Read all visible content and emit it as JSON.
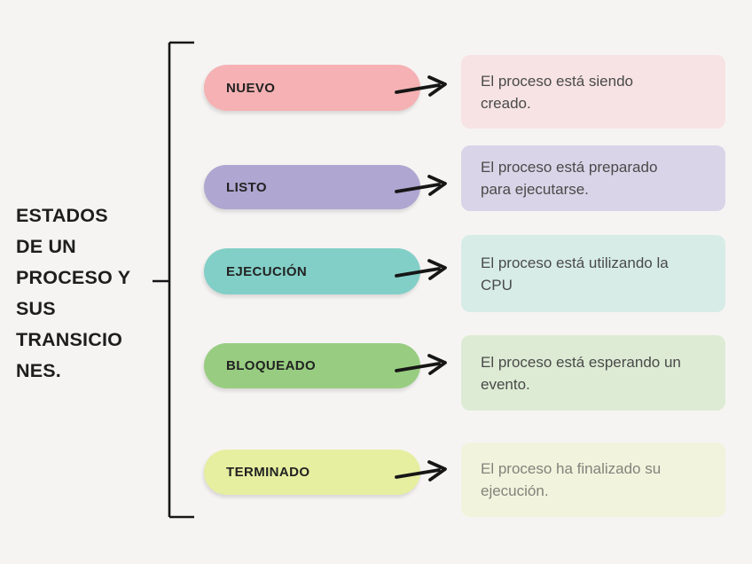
{
  "page": {
    "background_color": "#F6F4F3",
    "line_color": "#161616"
  },
  "title": {
    "text": "ESTADOS DE UN PROCESO Y SUS TRANSICIONES.",
    "lines": [
      "ESTADOS",
      "DE UN",
      "PROCESO Y",
      "SUS",
      "TRANSICIO",
      "NES."
    ],
    "color": "#1E1E1E"
  },
  "rows": [
    {
      "label": "NUEVO",
      "pill_color": "#F5B1B3",
      "box_color": "#F7E3E3",
      "text_color": "#4A4A4A",
      "description": "El proceso está siendo creado.",
      "description_lines": [
        "El proceso está siendo",
        "creado."
      ]
    },
    {
      "label": "LISTO",
      "pill_color": "#AFA6D1",
      "box_color": "#D9D4E7",
      "text_color": "#4A4A4A",
      "description": "El proceso está preparado para ejecutarse.",
      "description_lines": [
        "El proceso está preparado",
        "para ejecutarse."
      ]
    },
    {
      "label": "EJECUCIÓN",
      "pill_color": "#82CFC7",
      "box_color": "#D7ECE7",
      "text_color": "#4A4A4A",
      "description": "El proceso está utilizando la CPU",
      "description_lines": [
        "El proceso está utilizando la",
        "CPU"
      ]
    },
    {
      "label": "BLOQUEADO",
      "pill_color": "#98CD81",
      "box_color": "#DDEBD4",
      "text_color": "#4A4A4A",
      "description": "El proceso está esperando un evento.",
      "description_lines": [
        "El proceso está esperando un",
        "evento."
      ]
    },
    {
      "label": "TERMINADO",
      "pill_color": "#E6EFA0",
      "box_color": "#F1F3DD",
      "text_color": "#83837B",
      "description": "El proceso ha finalizado su ejecución.",
      "description_lines": [
        "El proceso ha finalizado su",
        "ejecución."
      ]
    }
  ]
}
